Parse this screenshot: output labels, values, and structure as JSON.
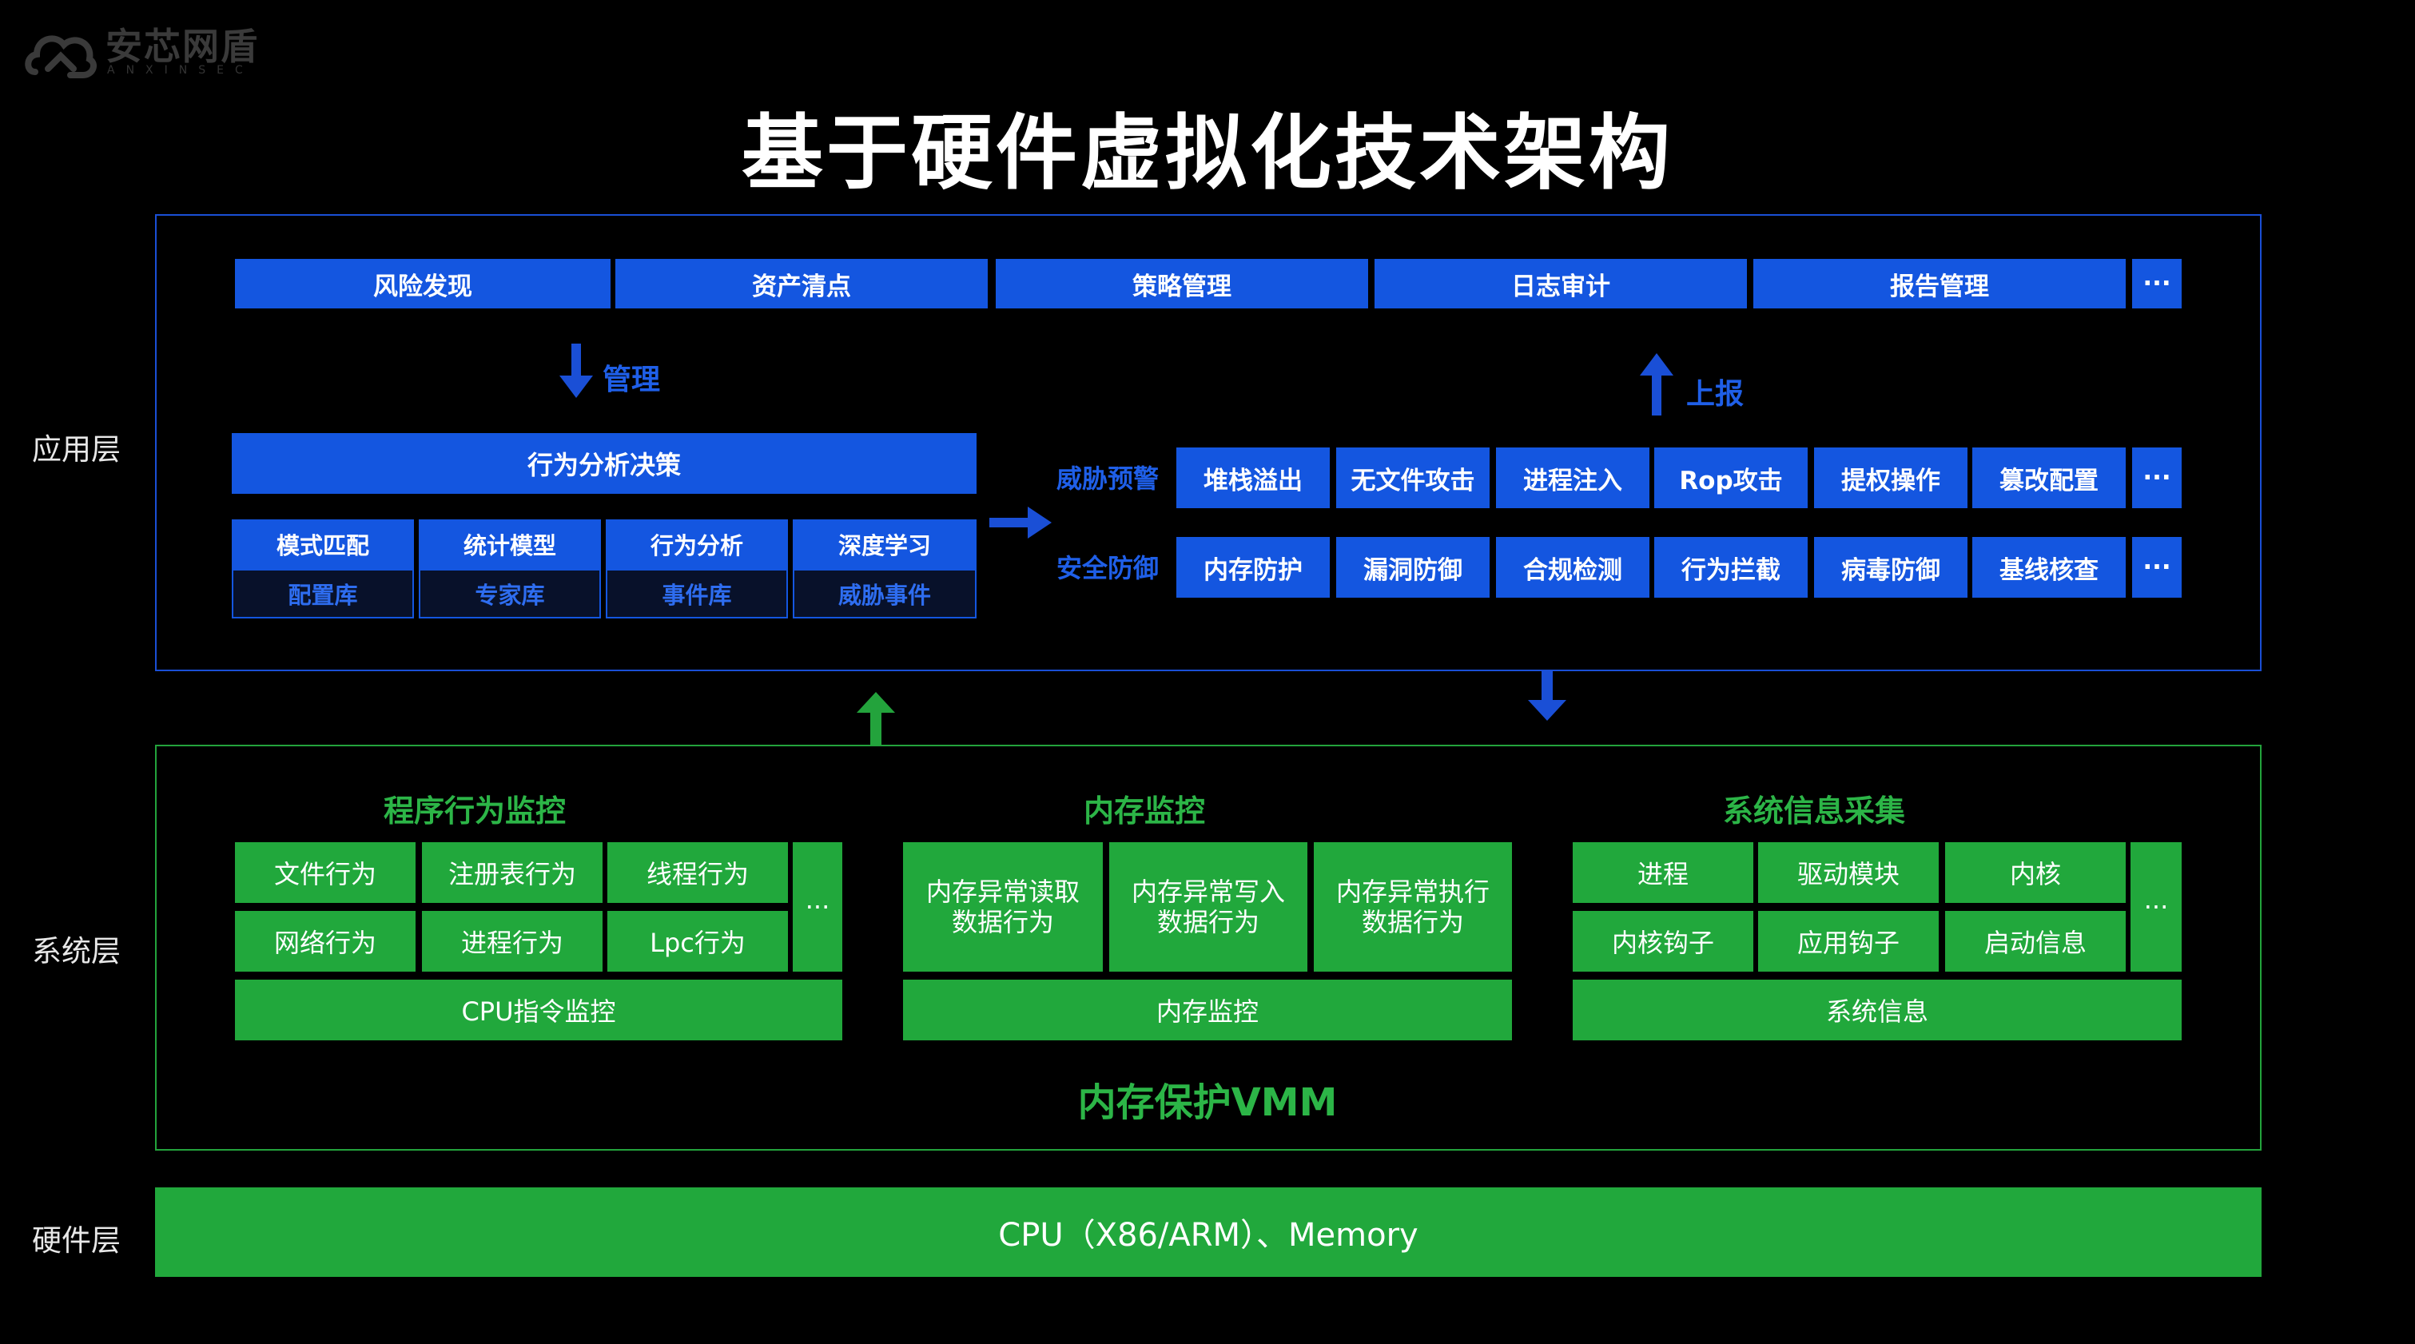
{
  "logo": {
    "name": "安芯网盾",
    "subtitle": "ANXINSEC",
    "icon": "anxin-logo-icon"
  },
  "title": "基于硬件虚拟化技术架构",
  "layers": {
    "app": "应用层",
    "system": "系统层",
    "hardware": "硬件层"
  },
  "app_layer": {
    "top_modules": [
      "风险发现",
      "资产清点",
      "策略管理",
      "日志审计",
      "报告管理",
      "···"
    ],
    "manage_label": "管理",
    "report_label": "上报",
    "decision": {
      "title": "行为分析决策",
      "items": [
        {
          "label": "模式匹配",
          "sub": "配置库"
        },
        {
          "label": "统计模型",
          "sub": "专家库"
        },
        {
          "label": "行为分析",
          "sub": "事件库"
        },
        {
          "label": "深度学习",
          "sub": "威胁事件"
        }
      ]
    },
    "threat_warning": {
      "label": "威胁预警",
      "items": [
        "堆栈溢出",
        "无文件攻击",
        "进程注入",
        "Rop攻击",
        "提权操作",
        "篡改配置",
        "···"
      ]
    },
    "security_defense": {
      "label": "安全防御",
      "items": [
        "内存防护",
        "漏洞防御",
        "合规检测",
        "行为拦截",
        "病毒防御",
        "基线核查",
        "···"
      ]
    }
  },
  "system_layer": {
    "program_monitor": {
      "title": "程序行为监控",
      "row1": [
        "文件行为",
        "注册表行为",
        "线程行为"
      ],
      "row2": [
        "网络行为",
        "进程行为",
        "Lpc行为"
      ],
      "more": "···",
      "footer": "CPU指令监控"
    },
    "memory_monitor": {
      "title": "内存监控",
      "items": [
        "内存异常读取\n数据行为",
        "内存异常写入\n数据行为",
        "内存异常执行\n数据行为"
      ],
      "footer": "内存监控"
    },
    "sysinfo_collect": {
      "title": "系统信息采集",
      "row1": [
        "进程",
        "驱动模块",
        "内核"
      ],
      "row2": [
        "内核钩子",
        "应用钩子",
        "启动信息"
      ],
      "more": "···",
      "footer": "系统信息"
    },
    "vmm_label": "内存保护VMM"
  },
  "hardware_layer": {
    "label": "CPU（X86/ARM）、Memory"
  },
  "colors": {
    "background": "#000000",
    "blue": "#1456e0",
    "green": "#21a83c",
    "frame_blue": "#1a4fd6",
    "frame_green": "#23a33c"
  }
}
